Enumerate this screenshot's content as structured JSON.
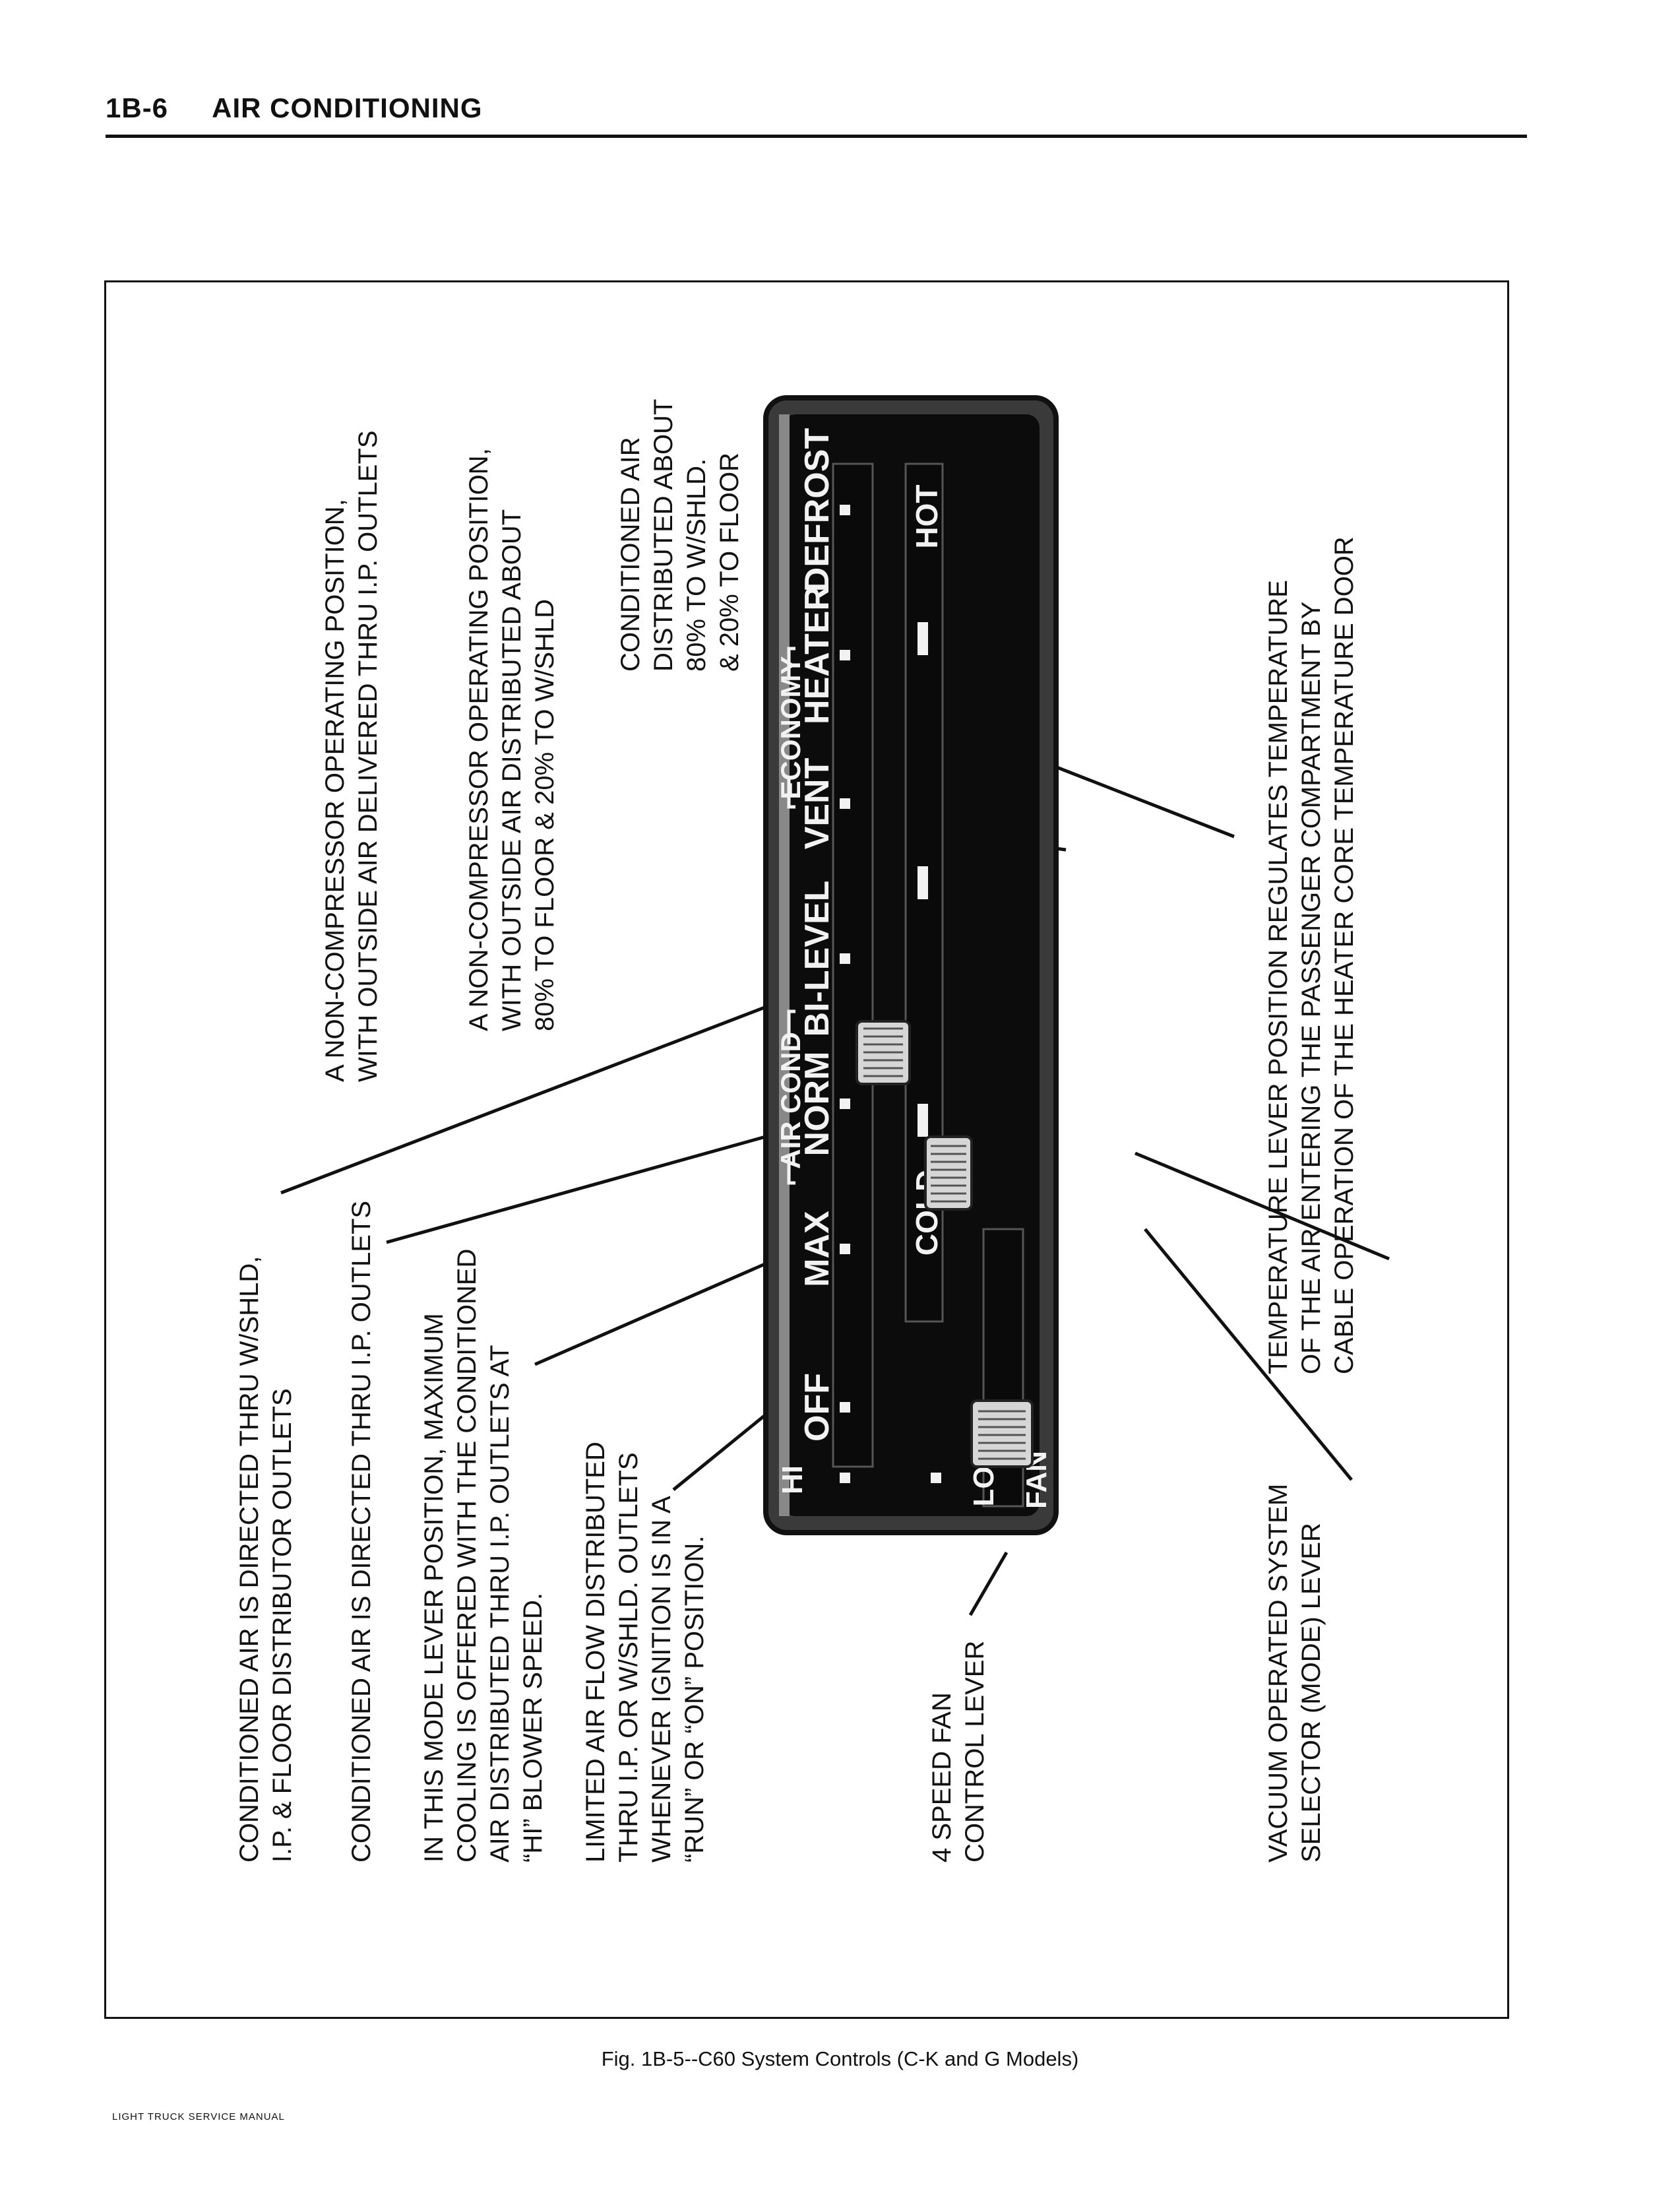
{
  "header": {
    "page_number": "1B-6",
    "section_title": "AIR CONDITIONING"
  },
  "figure": {
    "caption": "Fig. 1B-5--C60 System Controls (C-K and G Models)",
    "panel": {
      "mode_labels": [
        "OFF",
        "MAX",
        "NORM",
        "BI-LEVEL",
        "VENT",
        "HEATER",
        "DEFROST"
      ],
      "group_labels": [
        "AIR COND",
        "ECONOMY"
      ],
      "temp_labels": [
        "COLD",
        "HOT"
      ],
      "fan_labels": [
        "HI",
        "LO",
        "FAN"
      ]
    },
    "callouts": {
      "c1": [
        "CONDITIONED AIR IS DIRECTED THRU W/SHLD,",
        "I.P. & FLOOR DISTRIBUTOR OUTLETS"
      ],
      "c2": [
        "CONDITIONED AIR IS DIRECTED THRU I.P. OUTLETS"
      ],
      "c3": [
        "IN THIS MODE LEVER POSITION, MAXIMUM",
        "COOLING IS OFFERED WITH THE CONDITIONED",
        "AIR DISTRIBUTED THRU I.P. OUTLETS AT",
        "“HI” BLOWER SPEED."
      ],
      "c4": [
        "LIMITED AIR FLOW DISTRIBUTED",
        "THRU I.P. OR W/SHLD. OUTLETS",
        "WHENEVER IGNITION IS IN A",
        "“RUN” OR “ON” POSITION."
      ],
      "c5": [
        "4 SPEED FAN",
        "CONTROL LEVER"
      ],
      "c6": [
        "A NON-COMPRESSOR OPERATING POSITION,",
        "WITH OUTSIDE AIR DELIVERED THRU I.P. OUTLETS"
      ],
      "c7": [
        "A NON-COMPRESSOR OPERATING POSITION,",
        "WITH OUTSIDE AIR DISTRIBUTED ABOUT",
        "80% TO FLOOR & 20% TO W/SHLD"
      ],
      "c8": [
        "CONDITIONED AIR",
        "DISTRIBUTED ABOUT",
        "80% TO W/SHLD.",
        "& 20% TO FLOOR"
      ],
      "c9": [
        "TEMPERATURE LEVER POSITION REGULATES TEMPERATURE",
        "OF THE AIR ENTERING THE PASSENGER COMPARTMENT BY",
        "CABLE OPERATION OF THE HEATER CORE TEMPERATURE DOOR"
      ],
      "c10": [
        "VACUUM OPERATED SYSTEM",
        "SELECTOR (MODE) LEVER"
      ]
    }
  },
  "footer": {
    "manual": "LIGHT TRUCK SERVICE MANUAL"
  }
}
